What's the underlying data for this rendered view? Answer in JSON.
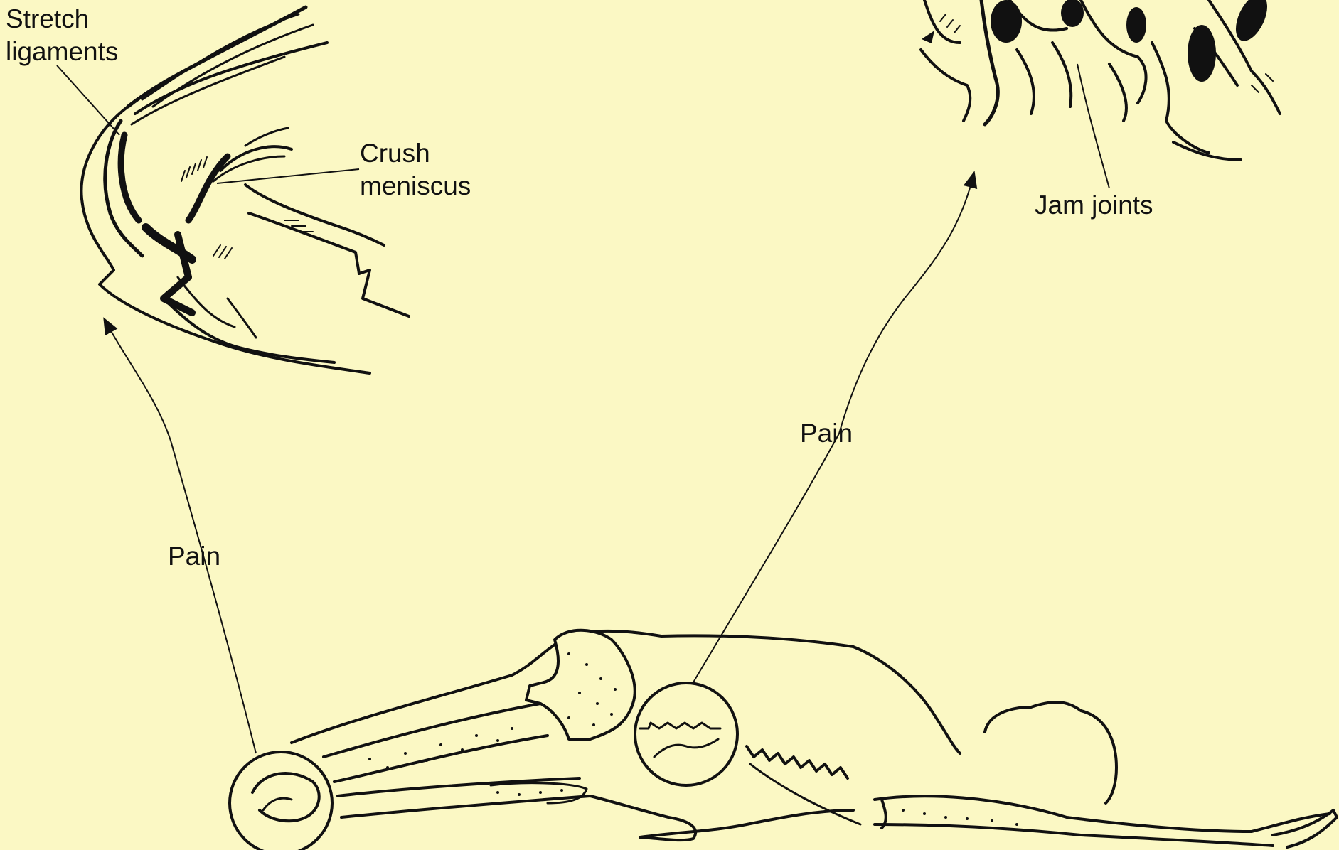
{
  "labels": {
    "stretch_line1": "Stretch",
    "stretch_line2": "ligaments",
    "crush_line1": "Crush",
    "crush_line2": "meniscus",
    "jam": "Jam joints",
    "pain_left": "Pain",
    "pain_right": "Pain"
  },
  "colors": {
    "background": "#fbf8c4",
    "ink": "#111111"
  }
}
